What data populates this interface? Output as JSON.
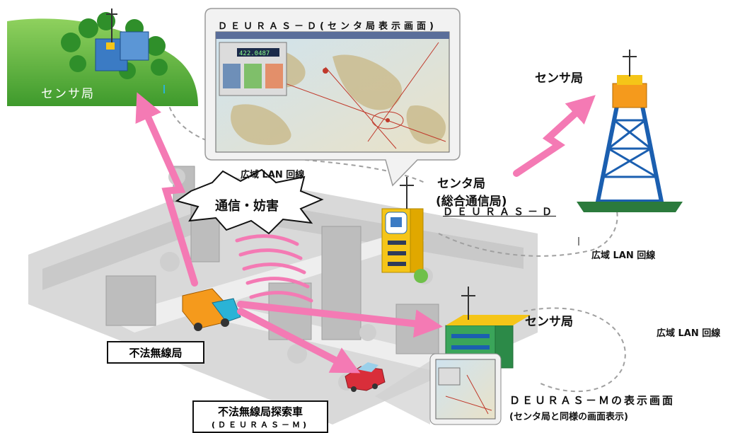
{
  "labels": {
    "sensor_hill": "センサ局",
    "screen_title": "ＤＥＵＲＡＳ－Ｄ(センタ局表示画面)",
    "lan_1": "広域 LAN 回線",
    "lan_2": "広域 LAN 回線",
    "lan_3": "広域 LAN 回線",
    "center_name": "センタ局",
    "center_sub": "(総合通信局)",
    "center_system": "ＤＥＵＲＡＳ－Ｄ",
    "sensor_right": "センサ局",
    "sensor_mid": "センサ局",
    "jamming": "通信・妨害",
    "illegal_station": "不法無線局",
    "search_vehicle": "不法無線局探索車",
    "search_vehicle_system": "(ＤＥＵＲＡＳ－Ｍ)",
    "m_screen_title": "ＤＥＵＲＡＳ－Ｍの表示画面",
    "m_screen_sub": "(センタ局と同様の画面表示)"
  },
  "screen_panel": {
    "readout": "422.0487"
  },
  "colors": {
    "arrow": "#f47ab4",
    "hill": "#6fc04a",
    "tower_blue": "#1b5fb0",
    "tower_orange": "#f59a1c",
    "building_yellow": "#f5c518",
    "dashed_line": "#a0a0a0"
  }
}
